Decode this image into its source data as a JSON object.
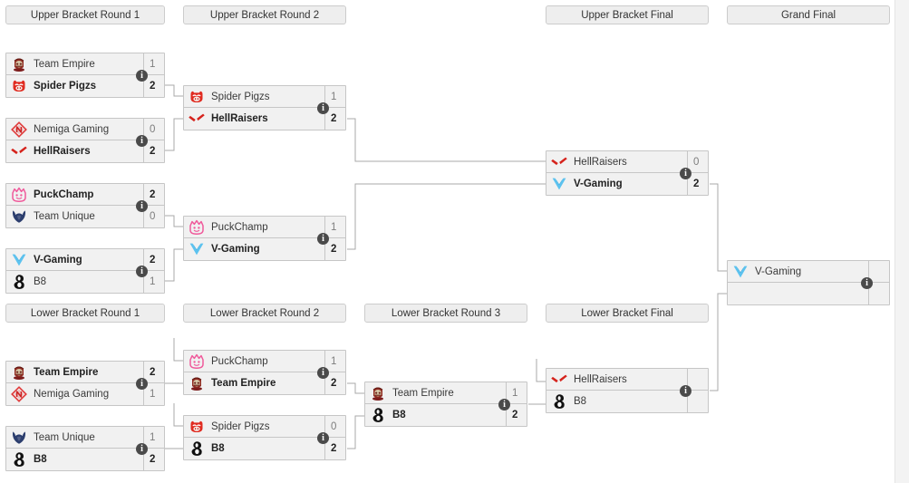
{
  "page": {
    "title": "Tournament Bracket",
    "background": "#ffffff"
  },
  "colors": {
    "header_bg": "#eeeeee",
    "header_border": "#cccccc",
    "row_bg": "#f1f1f1",
    "box_border": "#c6c6c6",
    "line": "#a9a9a9",
    "info_badge_bg": "#4a4a4a",
    "winner_text": "#222222",
    "loser_text": "#7d7d7d"
  },
  "round_headers": [
    {
      "id": "ubr1",
      "label": "Upper Bracket Round 1"
    },
    {
      "id": "ubr2",
      "label": "Upper Bracket Round 2"
    },
    {
      "id": "ubf",
      "label": "Upper Bracket Final"
    },
    {
      "id": "gf",
      "label": "Grand Final"
    },
    {
      "id": "lbr1",
      "label": "Lower Bracket Round 1"
    },
    {
      "id": "lbr2",
      "label": "Lower Bracket Round 2"
    },
    {
      "id": "lbr3",
      "label": "Lower Bracket Round 3"
    },
    {
      "id": "lbf",
      "label": "Lower Bracket Final"
    }
  ],
  "info_label": "i",
  "matches": [
    {
      "id": "ub-r1-m1",
      "round": "Upper Bracket Round 1",
      "top": {
        "team": "Team Empire",
        "logo": "team-empire",
        "score": "1",
        "winner": false
      },
      "bottom": {
        "team": "Spider Pigzs",
        "logo": "spider-pigzs",
        "score": "2",
        "winner": true
      }
    },
    {
      "id": "ub-r1-m2",
      "round": "Upper Bracket Round 1",
      "top": {
        "team": "Nemiga Gaming",
        "logo": "nemiga-gaming",
        "score": "0",
        "winner": false
      },
      "bottom": {
        "team": "HellRaisers",
        "logo": "hellraisers",
        "score": "2",
        "winner": true
      }
    },
    {
      "id": "ub-r1-m3",
      "round": "Upper Bracket Round 1",
      "top": {
        "team": "PuckChamp",
        "logo": "puckchamp",
        "score": "2",
        "winner": true
      },
      "bottom": {
        "team": "Team Unique",
        "logo": "team-unique",
        "score": "0",
        "winner": false
      }
    },
    {
      "id": "ub-r1-m4",
      "round": "Upper Bracket Round 1",
      "top": {
        "team": "V-Gaming",
        "logo": "v-gaming",
        "score": "2",
        "winner": true
      },
      "bottom": {
        "team": "B8",
        "logo": "b8",
        "score": "1",
        "winner": false
      }
    },
    {
      "id": "ub-r2-m1",
      "round": "Upper Bracket Round 2",
      "top": {
        "team": "Spider Pigzs",
        "logo": "spider-pigzs",
        "score": "1",
        "winner": false
      },
      "bottom": {
        "team": "HellRaisers",
        "logo": "hellraisers",
        "score": "2",
        "winner": true
      }
    },
    {
      "id": "ub-r2-m2",
      "round": "Upper Bracket Round 2",
      "top": {
        "team": "PuckChamp",
        "logo": "puckchamp",
        "score": "1",
        "winner": false
      },
      "bottom": {
        "team": "V-Gaming",
        "logo": "v-gaming",
        "score": "2",
        "winner": true
      }
    },
    {
      "id": "ub-final",
      "round": "Upper Bracket Final",
      "top": {
        "team": "HellRaisers",
        "logo": "hellraisers",
        "score": "0",
        "winner": false
      },
      "bottom": {
        "team": "V-Gaming",
        "logo": "v-gaming",
        "score": "2",
        "winner": true
      }
    },
    {
      "id": "grand-final",
      "round": "Grand Final",
      "top": {
        "team": "V-Gaming",
        "logo": "v-gaming",
        "score": "",
        "winner": false
      },
      "bottom": {
        "team": "",
        "logo": "",
        "score": "",
        "winner": false
      }
    },
    {
      "id": "lb-r1-m1",
      "round": "Lower Bracket Round 1",
      "top": {
        "team": "Team Empire",
        "logo": "team-empire",
        "score": "2",
        "winner": true
      },
      "bottom": {
        "team": "Nemiga Gaming",
        "logo": "nemiga-gaming",
        "score": "1",
        "winner": false
      }
    },
    {
      "id": "lb-r1-m2",
      "round": "Lower Bracket Round 1",
      "top": {
        "team": "Team Unique",
        "logo": "team-unique",
        "score": "1",
        "winner": false
      },
      "bottom": {
        "team": "B8",
        "logo": "b8",
        "score": "2",
        "winner": true
      }
    },
    {
      "id": "lb-r2-m1",
      "round": "Lower Bracket Round 2",
      "top": {
        "team": "PuckChamp",
        "logo": "puckchamp",
        "score": "1",
        "winner": false
      },
      "bottom": {
        "team": "Team Empire",
        "logo": "team-empire",
        "score": "2",
        "winner": true
      }
    },
    {
      "id": "lb-r2-m2",
      "round": "Lower Bracket Round 2",
      "top": {
        "team": "Spider Pigzs",
        "logo": "spider-pigzs",
        "score": "0",
        "winner": false
      },
      "bottom": {
        "team": "B8",
        "logo": "b8",
        "score": "2",
        "winner": true
      }
    },
    {
      "id": "lb-r3-m1",
      "round": "Lower Bracket Round 3",
      "top": {
        "team": "Team Empire",
        "logo": "team-empire",
        "score": "1",
        "winner": false
      },
      "bottom": {
        "team": "B8",
        "logo": "b8",
        "score": "2",
        "winner": true
      }
    },
    {
      "id": "lb-final",
      "round": "Lower Bracket Final",
      "top": {
        "team": "HellRaisers",
        "logo": "hellraisers",
        "score": "",
        "winner": false
      },
      "bottom": {
        "team": "B8",
        "logo": "b8",
        "score": "",
        "winner": false
      }
    }
  ]
}
